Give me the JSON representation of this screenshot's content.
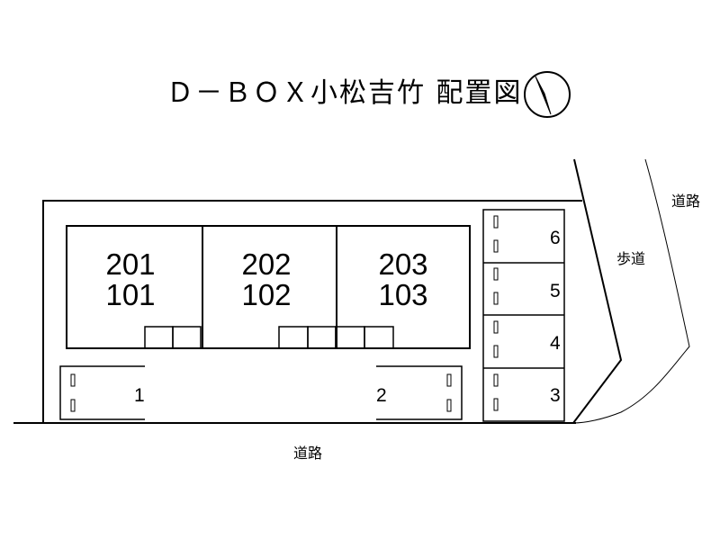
{
  "title": "Ｄ－ＢＯＸ小松吉竹 配置図",
  "compass": {
    "icon": "north-arrow-icon"
  },
  "buildings": [
    {
      "upper": "201",
      "lower": "101"
    },
    {
      "upper": "202",
      "lower": "102"
    },
    {
      "upper": "203",
      "lower": "103"
    }
  ],
  "parking": [
    "1",
    "2",
    "3",
    "4",
    "5",
    "6"
  ],
  "labels": {
    "road_bottom": "道路",
    "road_right": "道路",
    "sidewalk": "歩道"
  }
}
